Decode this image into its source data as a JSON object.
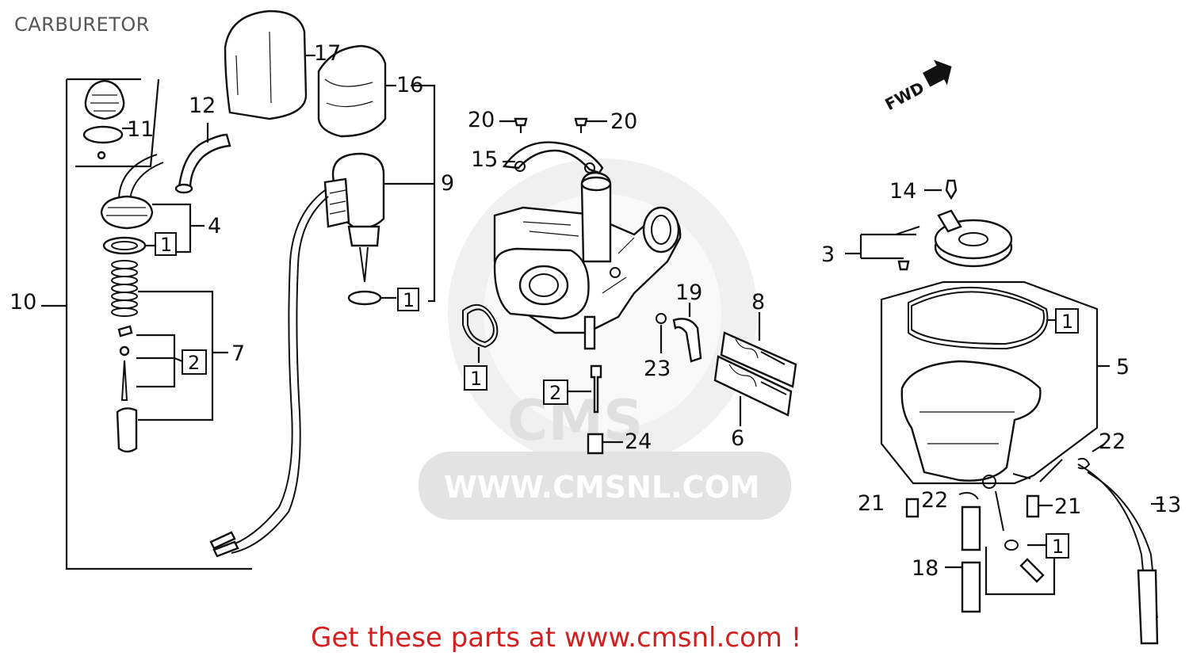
{
  "page_title": "CARBURETOR",
  "direction_label": "FWD",
  "watermark_url": "WWW.CMSNL.COM",
  "watermark_brand": "CMS",
  "footer_text": "Get these parts at www.cmsnl.com !",
  "callouts": {
    "c1": "1",
    "c2": "2",
    "c3": "3",
    "c4": "4",
    "c5": "5",
    "c6": "6",
    "c7": "7",
    "c8": "8",
    "c9": "9",
    "c10": "10",
    "c11": "11",
    "c12": "12",
    "c13": "13",
    "c14": "14",
    "c15": "15",
    "c16": "16",
    "c17": "17",
    "c18": "18",
    "c19": "19",
    "c20": "20",
    "c21": "21",
    "c22": "22",
    "c23": "23",
    "c24": "24"
  }
}
